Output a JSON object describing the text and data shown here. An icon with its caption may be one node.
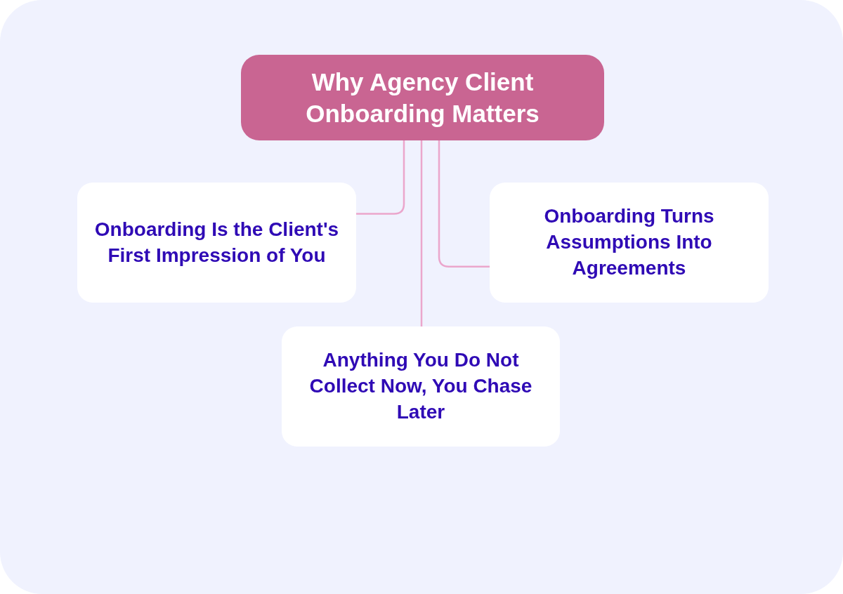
{
  "diagram": {
    "nodes": [
      {
        "text": [
          "Why Agency Client Onboarding Matters"
        ]
      },
      {
        "text": [
          "Onboarding Is the Client's First Impression of You"
        ]
      },
      {
        "text": [
          "Onboarding Turns Assumptions Into Agreements"
        ]
      },
      {
        "text": [
          "Anything You Do Not Collect Now, You Chase Later"
        ]
      }
    ],
    "edges": [
      {
        "from": 0,
        "to": 1,
        "arrow": "none"
      },
      {
        "from": 0,
        "to": 3,
        "arrow": "none"
      },
      {
        "from": 0,
        "to": 2,
        "arrow": "none"
      }
    ]
  }
}
